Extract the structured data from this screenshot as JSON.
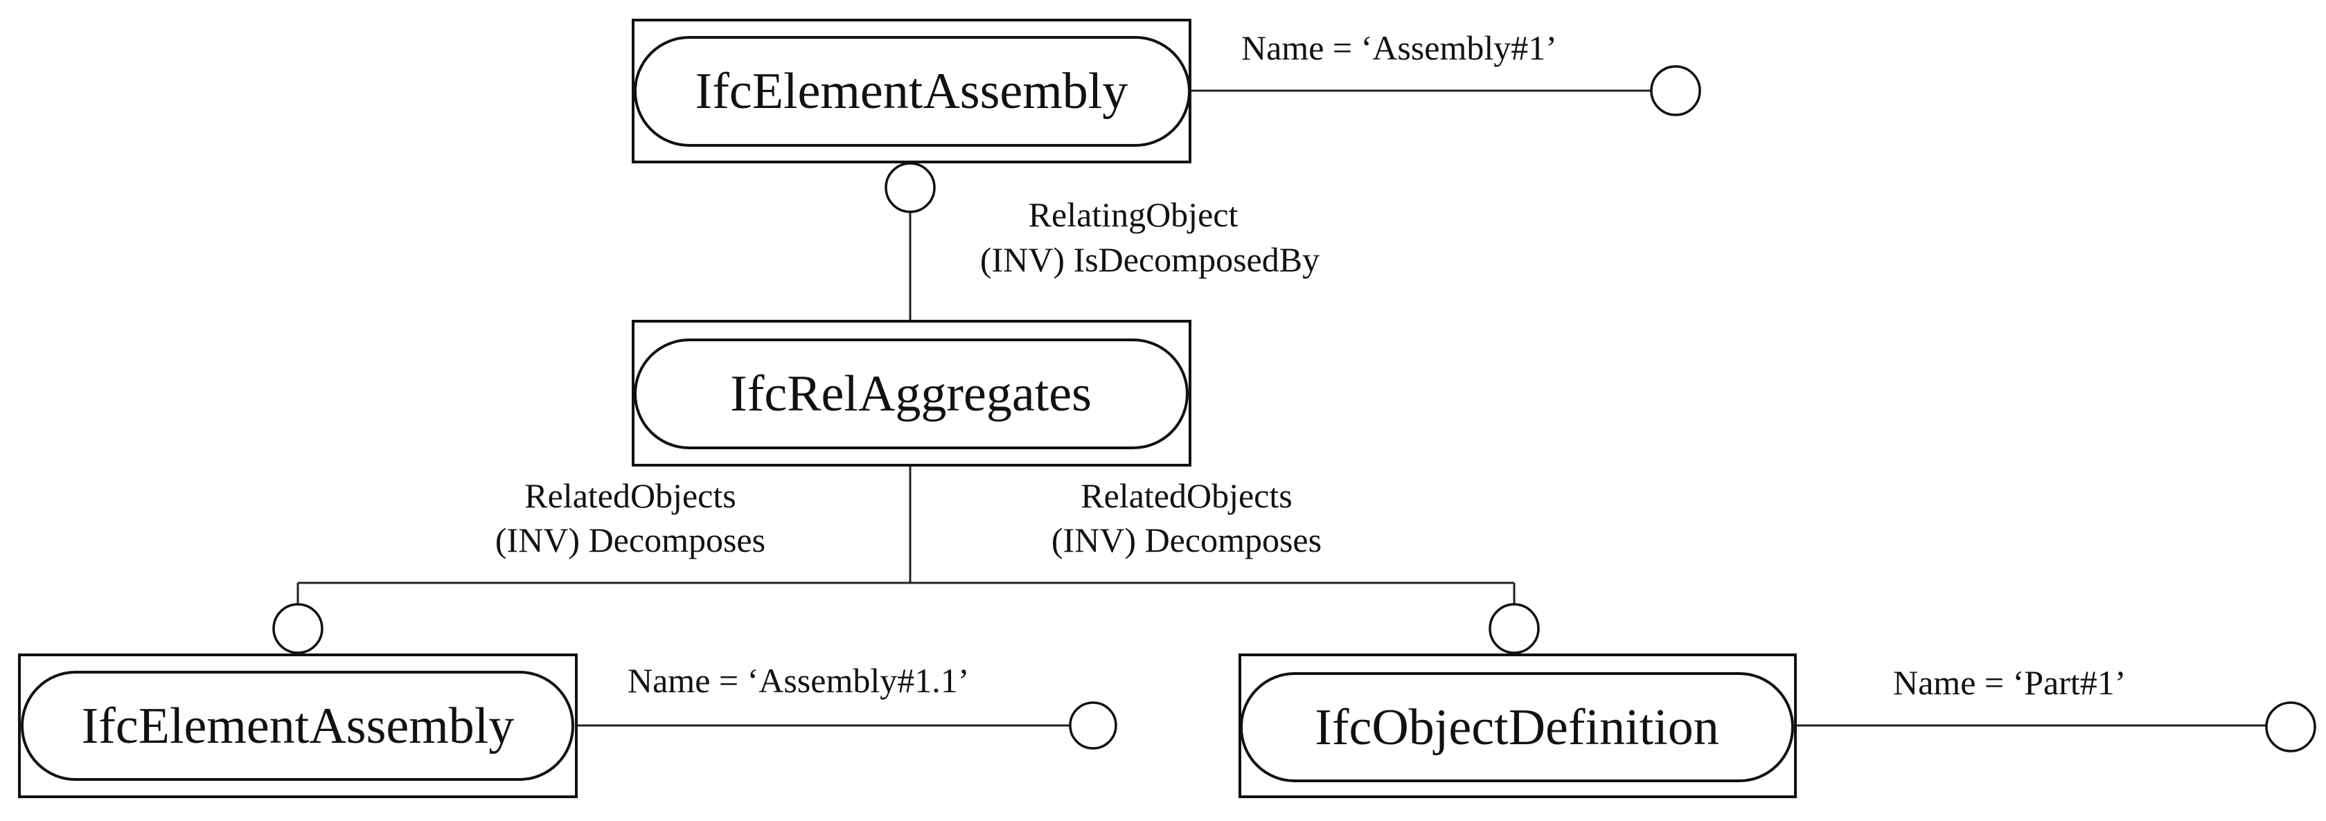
{
  "entities": {
    "top": "IfcElementAssembly",
    "middle": "IfcRelAggregates",
    "bottom_left": "IfcElementAssembly",
    "bottom_right": "IfcObjectDefinition"
  },
  "attributes": {
    "top_name": "Name = ‘Assembly#1’",
    "bottom_left_name": "Name = ‘Assembly#1.1’",
    "bottom_right_name": "Name = ‘Part#1’"
  },
  "relations": {
    "relating_line1": "RelatingObject",
    "relating_line2": "(INV) IsDecomposedBy",
    "related_left_line1": "RelatedObjects",
    "related_left_line2": "(INV) Decomposes",
    "related_right_line1": "RelatedObjects",
    "related_right_line2": "(INV) Decomposes"
  }
}
